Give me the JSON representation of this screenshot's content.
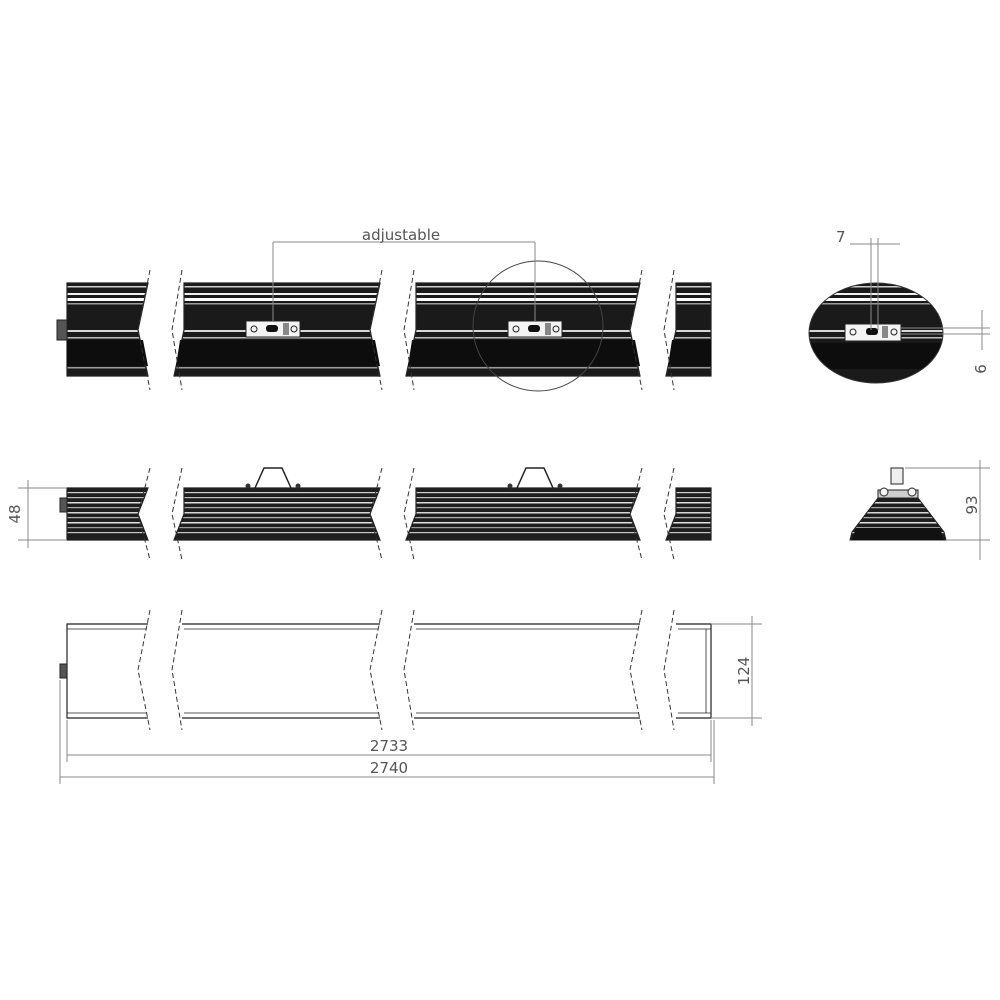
{
  "labels": {
    "adjustable": "adjustable",
    "slot_width": "7",
    "slot_height": "6",
    "body_height": "48",
    "total_height": "93",
    "body_width": "124",
    "length_inner": "2733",
    "length_total": "2740"
  },
  "colors": {
    "body_dark": "#111111",
    "body_stripe": "#e8e8e8",
    "dimension": "#8a8a8a",
    "text": "#555555"
  }
}
